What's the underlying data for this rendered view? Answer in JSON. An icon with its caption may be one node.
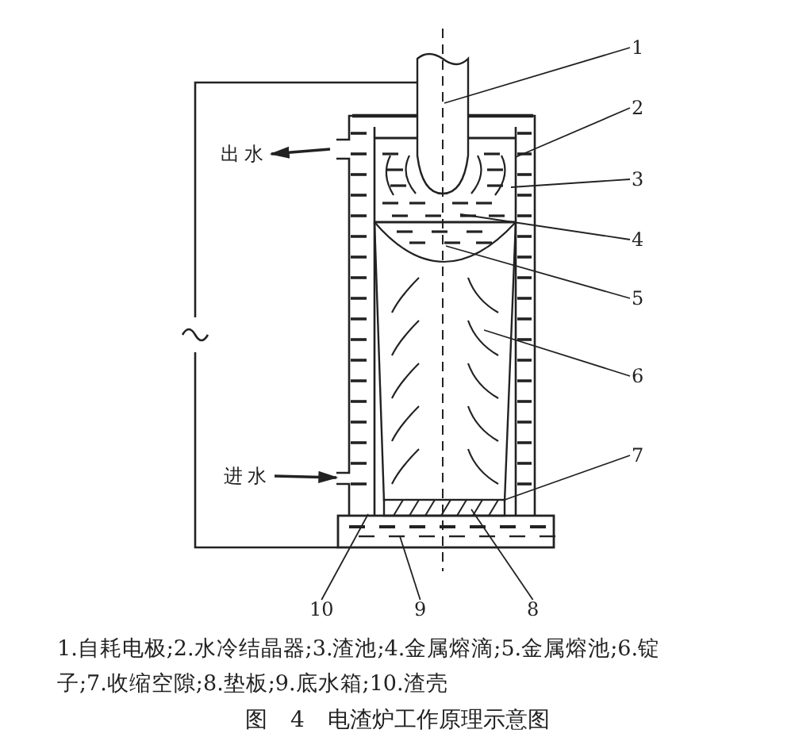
{
  "diagram": {
    "caption": "图 4 电渣炉工作原理示意图",
    "nodes": [
      {
        "text": [
          "1"
        ]
      },
      {
        "text": [
          "2"
        ]
      },
      {
        "text": [
          "3"
        ]
      },
      {
        "text": [
          "4"
        ]
      },
      {
        "text": [
          "5"
        ]
      },
      {
        "text": [
          "6"
        ]
      },
      {
        "text": [
          "7"
        ]
      },
      {
        "text": [
          "10"
        ]
      },
      {
        "text": [
          "9"
        ]
      },
      {
        "text": [
          "8"
        ]
      },
      {
        "text": [
          "出水"
        ]
      },
      {
        "text": [
          "进水"
        ]
      }
    ],
    "edges": [
      {
        "from": 0,
        "to": null,
        "arrow": "none"
      },
      {
        "from": 1,
        "to": null,
        "arrow": "none"
      },
      {
        "from": 2,
        "to": null,
        "arrow": "none"
      },
      {
        "from": 3,
        "to": null,
        "arrow": "none"
      },
      {
        "from": 4,
        "to": null,
        "arrow": "none"
      },
      {
        "from": 5,
        "to": null,
        "arrow": "none"
      },
      {
        "from": 6,
        "to": null,
        "arrow": "none"
      },
      {
        "from": 7,
        "to": null,
        "arrow": "none"
      },
      {
        "from": 8,
        "to": null,
        "arrow": "none"
      },
      {
        "from": 9,
        "to": null,
        "arrow": "none"
      },
      {
        "from": null,
        "to": 10,
        "arrow": "to"
      },
      {
        "from": 11,
        "to": null,
        "arrow": "to"
      }
    ],
    "labels": [
      "1.自耗电极;2.水冷结晶器;3.渣池;4.金属熔滴;5.金属熔池;6.锭子;7.收缩空隙;8.垫板;9.底水箱;10.渣壳"
    ]
  }
}
